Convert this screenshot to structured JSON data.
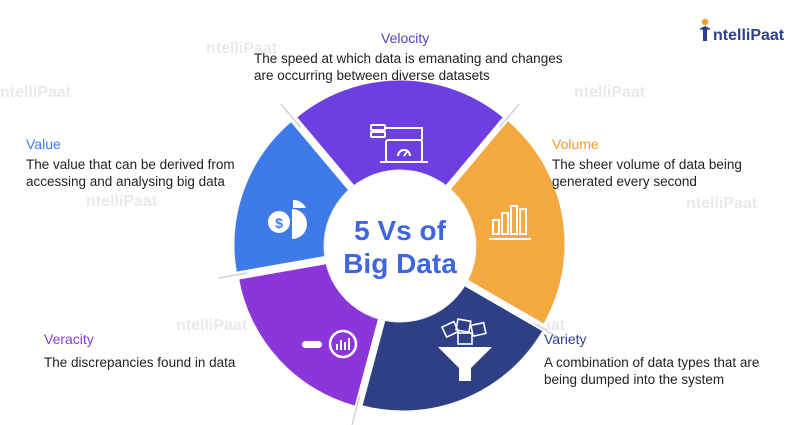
{
  "logo": {
    "text": "ntelliPaat",
    "mark": "person-i-mark"
  },
  "center": {
    "line1": "5 Vs of",
    "line2": "Big Data"
  },
  "items": [
    {
      "key": "velocity",
      "title": "Velocity",
      "desc": "The speed at which data is emanating and changes are occurring between diverse datasets",
      "color": "#6d3ee0",
      "title_color": "#5b3bc9",
      "icon": "server-speedometer-icon"
    },
    {
      "key": "volume",
      "title": "Volume",
      "desc": "The sheer volume of data being generated every second",
      "color": "#f4a840",
      "title_color": "#f39c23",
      "icon": "bar-chart-icon"
    },
    {
      "key": "variety",
      "title": "Variety",
      "desc": "A combination of data types that are being dumped into the system",
      "color": "#2e3f86",
      "title_color": "#2d3f8f",
      "icon": "funnel-icon"
    },
    {
      "key": "veracity",
      "title": "Veracity",
      "desc": "The discrepancies found in data",
      "color": "#8a36d8",
      "title_color": "#8a3bd8",
      "icon": "magnifier-chart-icon"
    },
    {
      "key": "value",
      "title": "Value",
      "desc": "The value that can be derived from accessing and analysing big data",
      "color": "#3f7be8",
      "title_color": "#3d7de6",
      "icon": "dollar-pie-icon"
    }
  ],
  "watermark": "ntelliPaat",
  "colors": {
    "center_text": "#3f66dc",
    "logo_orange": "#f39c23",
    "logo_blue": "#2d3f8f"
  }
}
